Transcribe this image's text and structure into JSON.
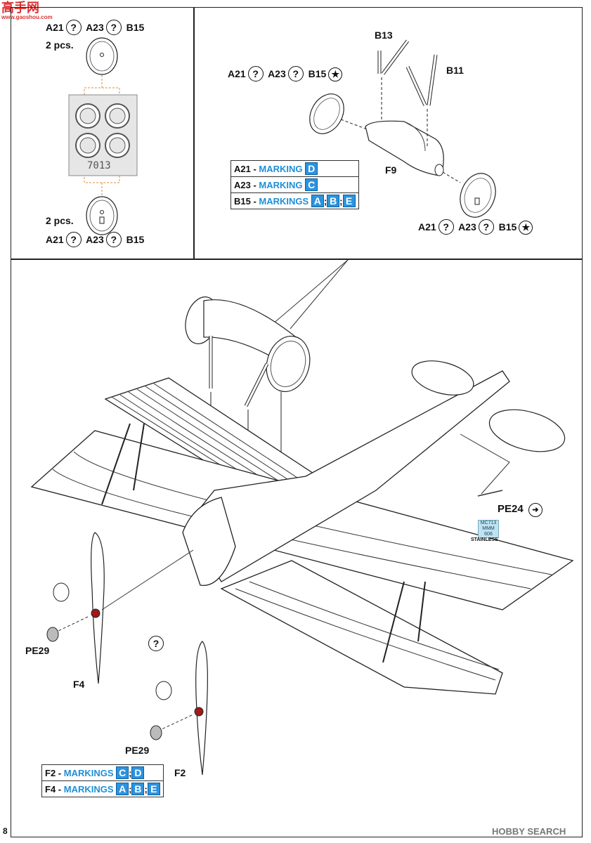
{
  "header_logo": {
    "text": "高手网",
    "subtext": "www.gaoshou.com"
  },
  "inset_left": {
    "top_refs": [
      "A21",
      "A23",
      "B15"
    ],
    "top_pcs": "2 pcs.",
    "mask_code": "7013",
    "bottom_pcs": "2 pcs.",
    "bottom_refs": [
      "A21",
      "A23",
      "B15"
    ]
  },
  "inset_right": {
    "top_refs": [
      "A21",
      "A23",
      "B15"
    ],
    "part_b13": "B13",
    "part_b11": "B11",
    "part_f9": "F9",
    "bottom_refs": [
      "A21",
      "A23",
      "B15"
    ],
    "markings": [
      {
        "part": "A21",
        "word": "MARKING",
        "codes": [
          "D"
        ]
      },
      {
        "part": "A23",
        "word": "MARKING",
        "codes": [
          "C"
        ]
      },
      {
        "part": "B15",
        "word": "MARKINGS",
        "codes": [
          "A",
          "B",
          "E"
        ]
      }
    ]
  },
  "main": {
    "pe24": "PE24",
    "pe24_tag_lines": [
      "MC713",
      "MMM",
      "606"
    ],
    "pe24_tag_caption": "STAINLESS",
    "pe29_left": "PE29",
    "f4": "F4",
    "pe29_right": "PE29",
    "f2": "F2",
    "question": "?",
    "markings": [
      {
        "part": "F2",
        "word": "MARKINGS",
        "codes": [
          "C",
          "D"
        ]
      },
      {
        "part": "F4",
        "word": "MARKINGS",
        "codes": [
          "A",
          "B",
          "E"
        ]
      }
    ]
  },
  "page_number": "8",
  "watermark": "HOBBY SEARCH"
}
